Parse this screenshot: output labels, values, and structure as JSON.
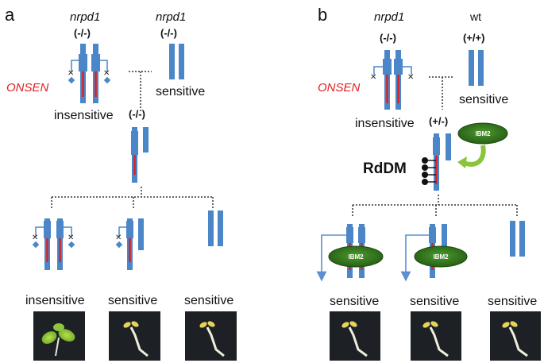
{
  "panels": {
    "a": "a",
    "b": "b"
  },
  "panel_a": {
    "parent_left_genotype": "nrpd1",
    "parent_left_gt": "(-/-)",
    "parent_right_genotype": "nrpd1",
    "parent_right_gt": "(-/-)",
    "onsen_label": "ONSEN",
    "left_pheno": "insensitive",
    "right_pheno": "sensitive",
    "f1_gt": "(-/-)",
    "offspring_pheno": [
      "insensitive",
      "sensitive",
      "sensitive"
    ]
  },
  "panel_b": {
    "parent_left_genotype": "nrpd1",
    "parent_left_gt": "(-/-)",
    "parent_right_genotype": "wt",
    "parent_right_gt": "(+/+)",
    "onsen_label": "ONSEN",
    "left_pheno": "insensitive",
    "right_pheno": "sensitive",
    "f1_gt": "(+/-)",
    "ibm2_label": "IBM2",
    "rddm_label": "RdDM",
    "offspring_ibm2": [
      "IBM2",
      "IBM2"
    ],
    "offspring_pheno": [
      "sensitive",
      "sensitive",
      "sensitive"
    ]
  },
  "colors": {
    "chromosome": "#4a86c8",
    "onsen": "#e02020",
    "ibm2": "#2f6b1e",
    "arrow": "#5b8fcf"
  }
}
